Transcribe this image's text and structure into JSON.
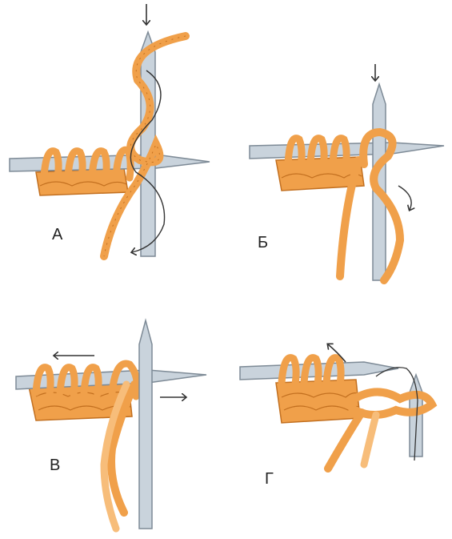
{
  "panels": [
    {
      "label": "А"
    },
    {
      "label": "Б"
    },
    {
      "label": "В"
    },
    {
      "label": "Г"
    }
  ],
  "colors": {
    "yarn": "#f0a04a",
    "yarn_outline": "#c26f1f",
    "yarn_light": "#f7bd7a",
    "needle": "#c9d3dc",
    "needle_outline": "#7d8a96",
    "arrow": "#333333"
  }
}
